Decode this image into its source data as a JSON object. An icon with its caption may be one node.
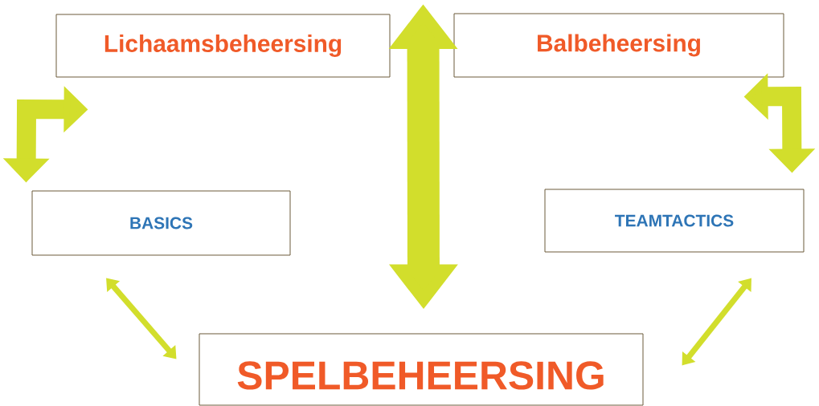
{
  "diagram": {
    "nodes": [
      {
        "text": [
          "Lichaamsbeheersing"
        ]
      },
      {
        "text": [
          "Balbeheersing"
        ]
      },
      {
        "text": [
          "BASICS"
        ]
      },
      {
        "text": [
          "TEAMTACTICS"
        ]
      },
      {
        "text": [
          "SPELBEHEERSING"
        ]
      }
    ],
    "edges": [
      {
        "from": 0,
        "to": 2,
        "arrow": "both"
      },
      {
        "from": 1,
        "to": 3,
        "arrow": "both"
      },
      {
        "from": 1,
        "to": 4,
        "arrow": "both"
      },
      {
        "from": 2,
        "to": 4,
        "arrow": "both"
      },
      {
        "from": 3,
        "to": 4,
        "arrow": "both"
      }
    ]
  }
}
